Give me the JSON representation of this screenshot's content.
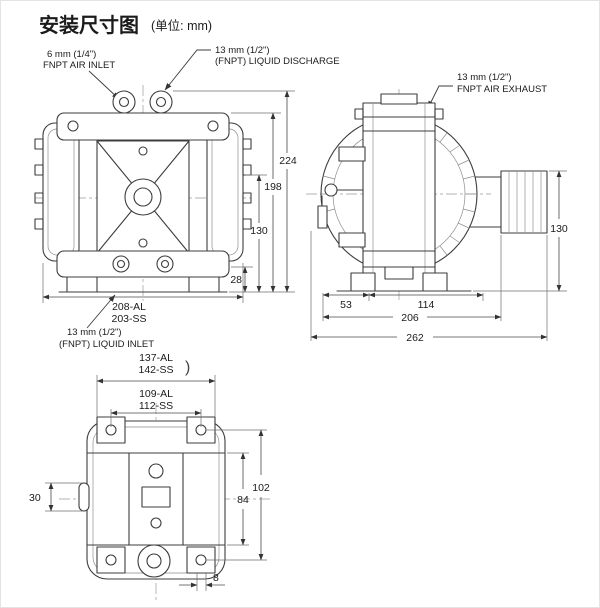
{
  "page": {
    "title": "安装尺寸图",
    "unit": "(单位: mm)"
  },
  "callouts": {
    "air_inlet_size": "6 mm (1/4\")",
    "air_inlet_label": "FNPT AIR INLET",
    "liquid_discharge_size": "13 mm (1/2\")",
    "liquid_discharge_label": "(FNPT) LIQUID DISCHARGE",
    "air_exhaust_size": "13 mm (1/2\")",
    "air_exhaust_label": "FNPT AIR EXHAUST",
    "liquid_inlet_size": "13 mm (1/2\")",
    "liquid_inlet_label": "(FNPT) LIQUID INLET"
  },
  "front_view": {
    "dim_height_overall": "224",
    "dim_height_upper": "198",
    "dim_height_mid": "130",
    "dim_height_lower": "28",
    "dim_width_al": "208-AL",
    "dim_width_ss": "203-SS"
  },
  "side_view": {
    "dim_height_right": "130",
    "dim_base_left": "53",
    "dim_base_right": "114",
    "dim_width_inner": "206",
    "dim_width_overall": "262"
  },
  "bottom_view": {
    "dim_width_outer_al": "137-AL",
    "dim_width_outer_ss": "142-SS",
    "group_paren": ")",
    "dim_width_inner_al": "109-AL",
    "dim_width_inner_ss": "112-SS",
    "dim_height_inner": "84",
    "dim_height_outer": "102",
    "dim_left": "30",
    "dim_bottom": "8"
  }
}
